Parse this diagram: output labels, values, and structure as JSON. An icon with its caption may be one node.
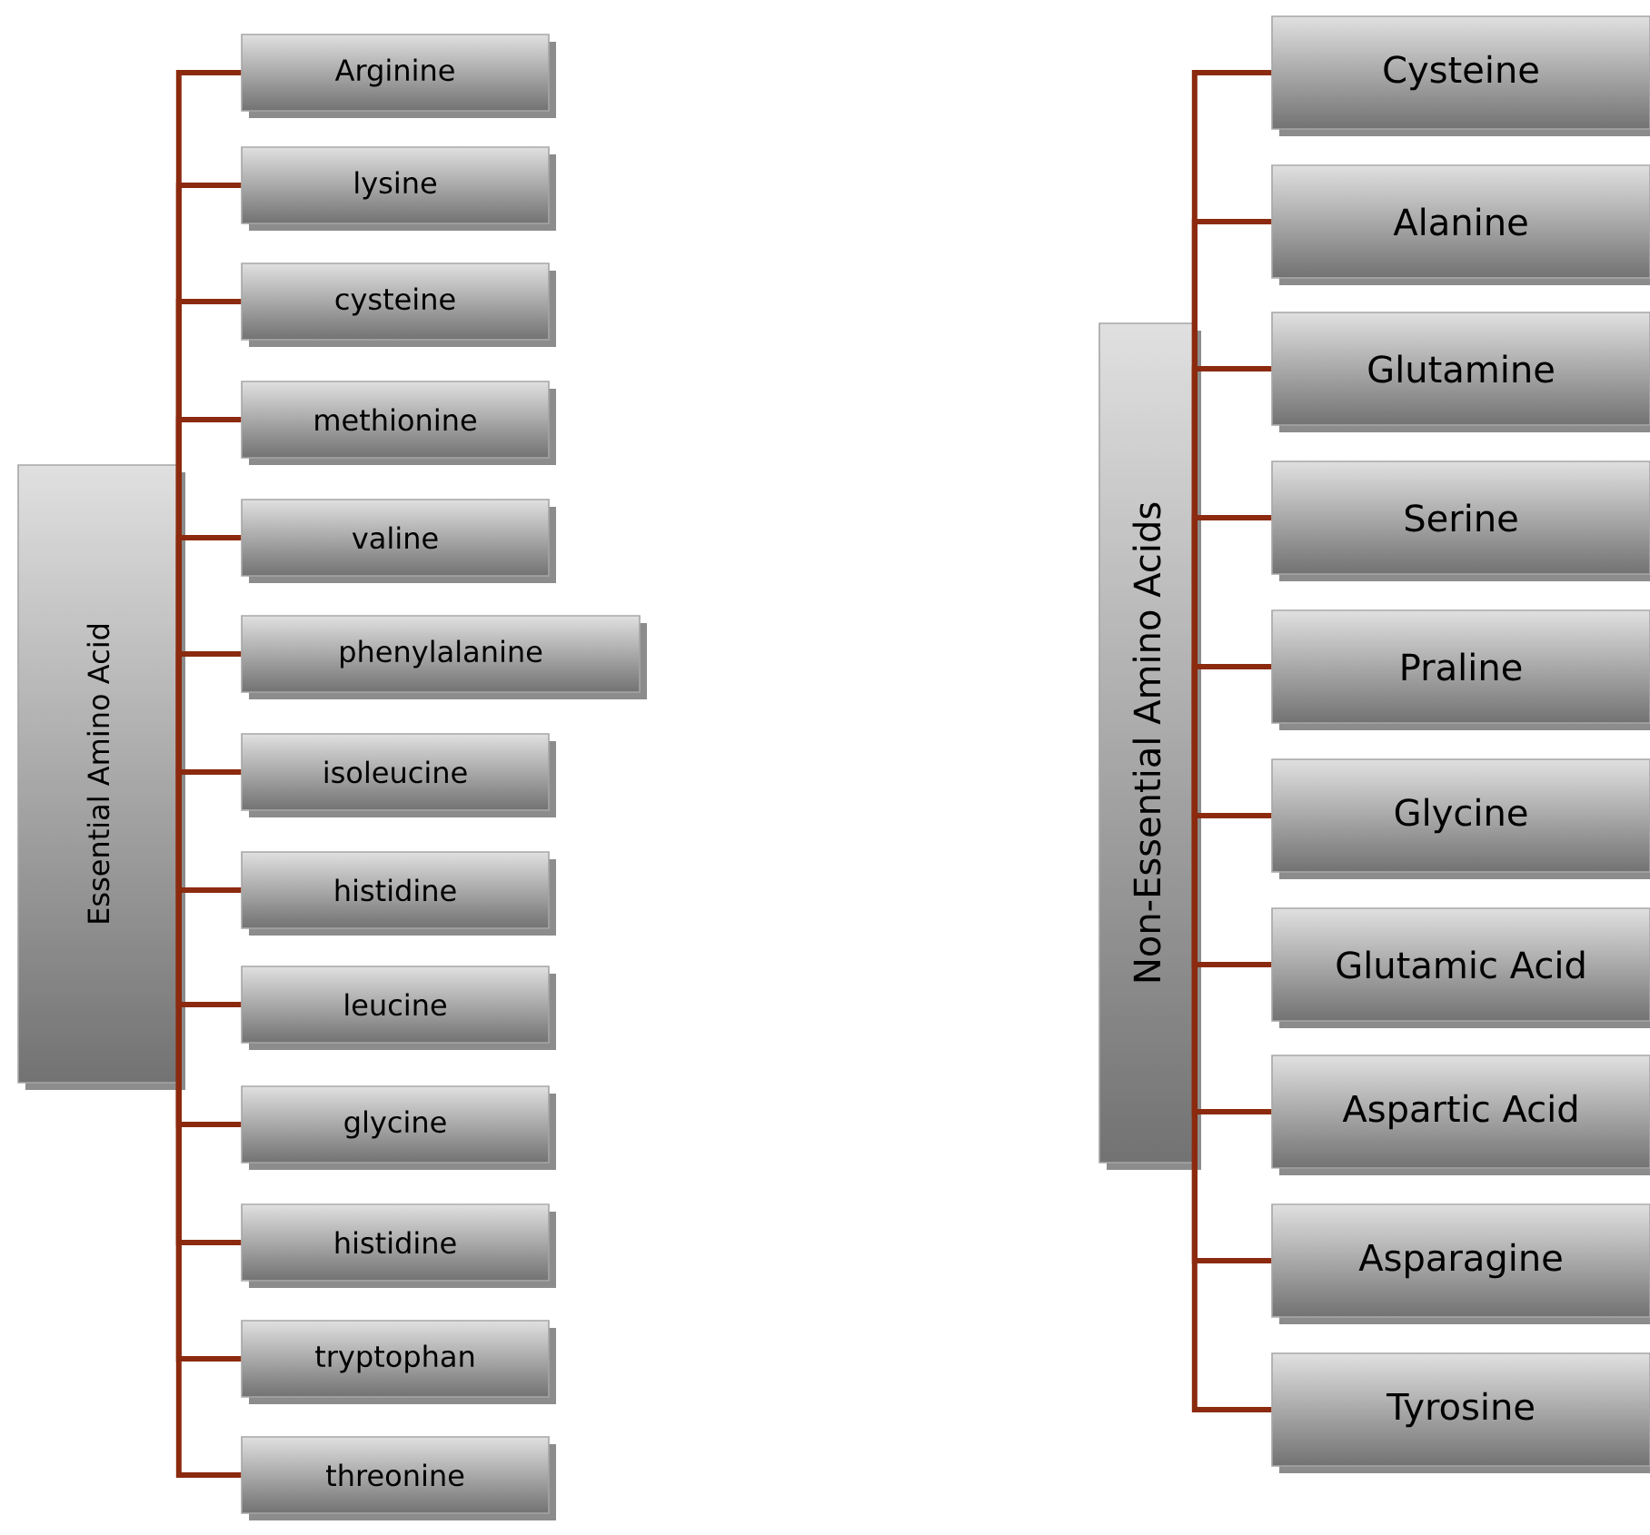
{
  "diagram": {
    "nodes": [
      {
        "text": [
          "Essential Amino Acid"
        ]
      },
      {
        "text": [
          "Arginine"
        ]
      },
      {
        "text": [
          "lysine"
        ]
      },
      {
        "text": [
          "cysteine"
        ]
      },
      {
        "text": [
          "methionine"
        ]
      },
      {
        "text": [
          "valine"
        ]
      },
      {
        "text": [
          "phenylalanine"
        ]
      },
      {
        "text": [
          "isoleucine"
        ]
      },
      {
        "text": [
          "histidine"
        ]
      },
      {
        "text": [
          "leucine"
        ]
      },
      {
        "text": [
          "glycine"
        ]
      },
      {
        "text": [
          "histidine"
        ]
      },
      {
        "text": [
          "tryptophan"
        ]
      },
      {
        "text": [
          "threonine"
        ]
      },
      {
        "text": [
          "Non-Essential Amino Acids"
        ]
      },
      {
        "text": [
          "Cysteine"
        ]
      },
      {
        "text": [
          "Alanine"
        ]
      },
      {
        "text": [
          "Glutamine"
        ]
      },
      {
        "text": [
          "Serine"
        ]
      },
      {
        "text": [
          "Praline"
        ]
      },
      {
        "text": [
          "Glycine"
        ]
      },
      {
        "text": [
          "Glutamic Acid"
        ]
      },
      {
        "text": [
          "Aspartic Acid"
        ]
      },
      {
        "text": [
          "Asparagine"
        ]
      },
      {
        "text": [
          "Tyrosine"
        ]
      }
    ],
    "edges": [
      {
        "from": 0,
        "to": 1,
        "arrow": "none"
      },
      {
        "from": 0,
        "to": 2,
        "arrow": "none"
      },
      {
        "from": 0,
        "to": 3,
        "arrow": "none"
      },
      {
        "from": 0,
        "to": 4,
        "arrow": "none"
      },
      {
        "from": 0,
        "to": 5,
        "arrow": "none"
      },
      {
        "from": 0,
        "to": 6,
        "arrow": "none"
      },
      {
        "from": 0,
        "to": 7,
        "arrow": "none"
      },
      {
        "from": 0,
        "to": 8,
        "arrow": "none"
      },
      {
        "from": 0,
        "to": 9,
        "arrow": "none"
      },
      {
        "from": 0,
        "to": 10,
        "arrow": "none"
      },
      {
        "from": 0,
        "to": 11,
        "arrow": "none"
      },
      {
        "from": 0,
        "to": 12,
        "arrow": "none"
      },
      {
        "from": 0,
        "to": 13,
        "arrow": "none"
      },
      {
        "from": 14,
        "to": 15,
        "arrow": "none"
      },
      {
        "from": 14,
        "to": 16,
        "arrow": "none"
      },
      {
        "from": 14,
        "to": 17,
        "arrow": "none"
      },
      {
        "from": 14,
        "to": 18,
        "arrow": "none"
      },
      {
        "from": 14,
        "to": 19,
        "arrow": "none"
      },
      {
        "from": 14,
        "to": 20,
        "arrow": "none"
      },
      {
        "from": 14,
        "to": 21,
        "arrow": "none"
      },
      {
        "from": 14,
        "to": 22,
        "arrow": "none"
      },
      {
        "from": 14,
        "to": 23,
        "arrow": "none"
      },
      {
        "from": 14,
        "to": 24,
        "arrow": "none"
      }
    ]
  }
}
